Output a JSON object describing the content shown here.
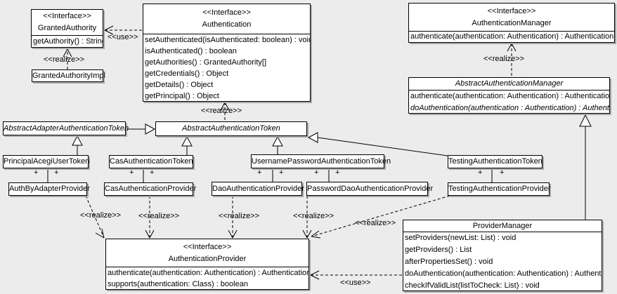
{
  "diagram": {
    "background_color": "#ececec",
    "box_fill": "#ffffff",
    "border_color": "#000000"
  },
  "labels": {
    "use": "<<use>>",
    "realize": "<<realize>>",
    "plus": "+"
  },
  "classes": {
    "granted_authority": {
      "stereotype": "<<Interface>>",
      "name": "GrantedAuthority",
      "methods": [
        "getAuthority() : String"
      ]
    },
    "granted_authority_impl": {
      "name": "GrantedAuthorityImpl"
    },
    "authentication": {
      "stereotype": "<<Interface>>",
      "name": "Authentication",
      "methods": [
        "setAuthenticated(isAuthenticated: boolean) : void",
        "isAuthenticated() : boolean",
        "getAuthorities() : GrantedAuthority[]",
        "getCredentials() : Object",
        "getDetails() : Object",
        "getPrincipal() : Object"
      ]
    },
    "authentication_manager": {
      "stereotype": "<<Interface>>",
      "name": "AuthenticationManager",
      "methods": [
        "authenticate(authentication: Authentication) : Authentication"
      ]
    },
    "abstract_authentication_manager": {
      "name": "AbstractAuthenticationManager",
      "methods": [
        "authenticate(authentication: Authentication) : Authentication",
        "doAuthentication(authentication : Authentication) : Authentication"
      ]
    },
    "abstract_adapter_authentication_token": {
      "name": "AbstractAdapterAuthenticationToken"
    },
    "abstract_authentication_token": {
      "name": "AbstractAuthenticationToken"
    },
    "principal_acegi_user_token": {
      "name": "PrincipalAcegiUserToken"
    },
    "cas_authentication_token": {
      "name": "CasAuthenticationToken"
    },
    "username_password_authentication_token": {
      "name": "UsernamePasswordAuthenticationToken"
    },
    "testing_authentication_token": {
      "name": "TestingAuthenticationToken"
    },
    "auth_by_adapter_provider": {
      "name": "AuthByAdapterProvider"
    },
    "cas_authentication_provider": {
      "name": "CasAuthenticationProvider"
    },
    "dao_authentication_provider": {
      "name": "DaoAuthenticationProvider"
    },
    "password_dao_authentication_provider": {
      "name": "PasswordDaoAuthenticationProvider"
    },
    "testing_authentication_provider": {
      "name": "TestingAuthenticationProvider"
    },
    "authentication_provider": {
      "stereotype": "<<Interface>>",
      "name": "AuthenticationProvider",
      "methods": [
        "authenticate(authentication: Authentication) : Authentication",
        "supports(authentication: Class) : boolean"
      ]
    },
    "provider_manager": {
      "name": "ProviderManager",
      "methods": [
        "setProviders(newList: List) : void",
        "getProviders() : List",
        "afterPropertiesSet() : void",
        "doAuthentication(authentication: Authentication) : Authentication",
        "checkIfValidList(listToCheck: List) : void"
      ]
    }
  }
}
